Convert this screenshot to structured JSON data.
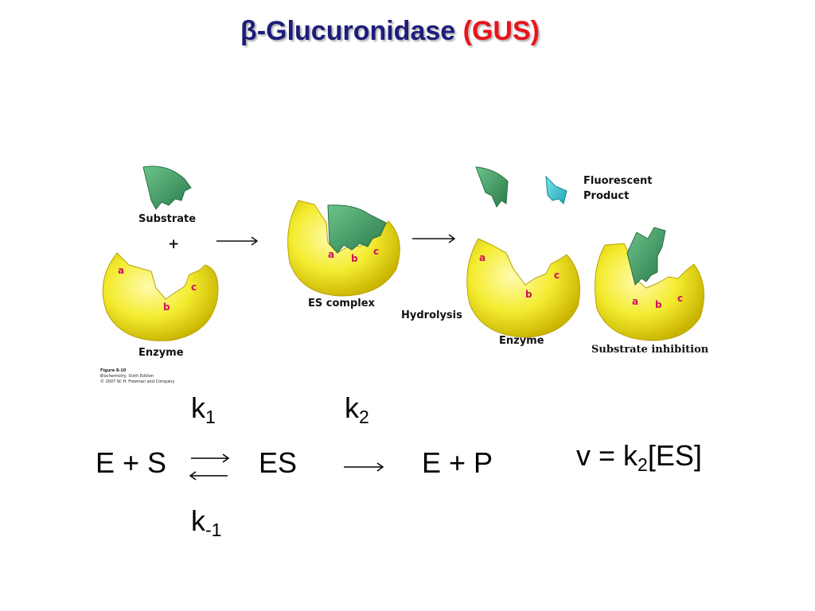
{
  "title": {
    "beta": "β",
    "main": "-Glucuronidase",
    "acronym": "(GUS)"
  },
  "figure": {
    "substrate_label": "Substrate",
    "plus": "+",
    "enzyme_label_left": "Enzyme",
    "es_complex_label": "ES complex",
    "hydrolysis_label": "Hydrolysis",
    "fluorescent_product_label": [
      "Fluorescent",
      "Product"
    ],
    "enzyme_label_right": "Enzyme",
    "substrate_inhibition_label": "Substrate inhibition",
    "sites": {
      "a": "a",
      "b": "b",
      "c": "c"
    },
    "credit": [
      "Figure 8-10",
      "Biochemistry, Sixth Edition",
      "© 2007 W. H. Freeman and Company"
    ],
    "colors": {
      "enzyme": "#f2ea2a",
      "substrate": "#3c9a62",
      "product": "#36c2cc",
      "site_labels": "#d0105e"
    }
  },
  "equations": {
    "k1": "k",
    "k1_sub": "1",
    "k2": "k",
    "k2_sub": "2",
    "km1": "k",
    "km1_sub": "-1",
    "left": "E + S",
    "middle": "ES",
    "right": "E + P",
    "rate_v": "v = k",
    "rate_sub": "2",
    "rate_rest": "[ES]"
  }
}
